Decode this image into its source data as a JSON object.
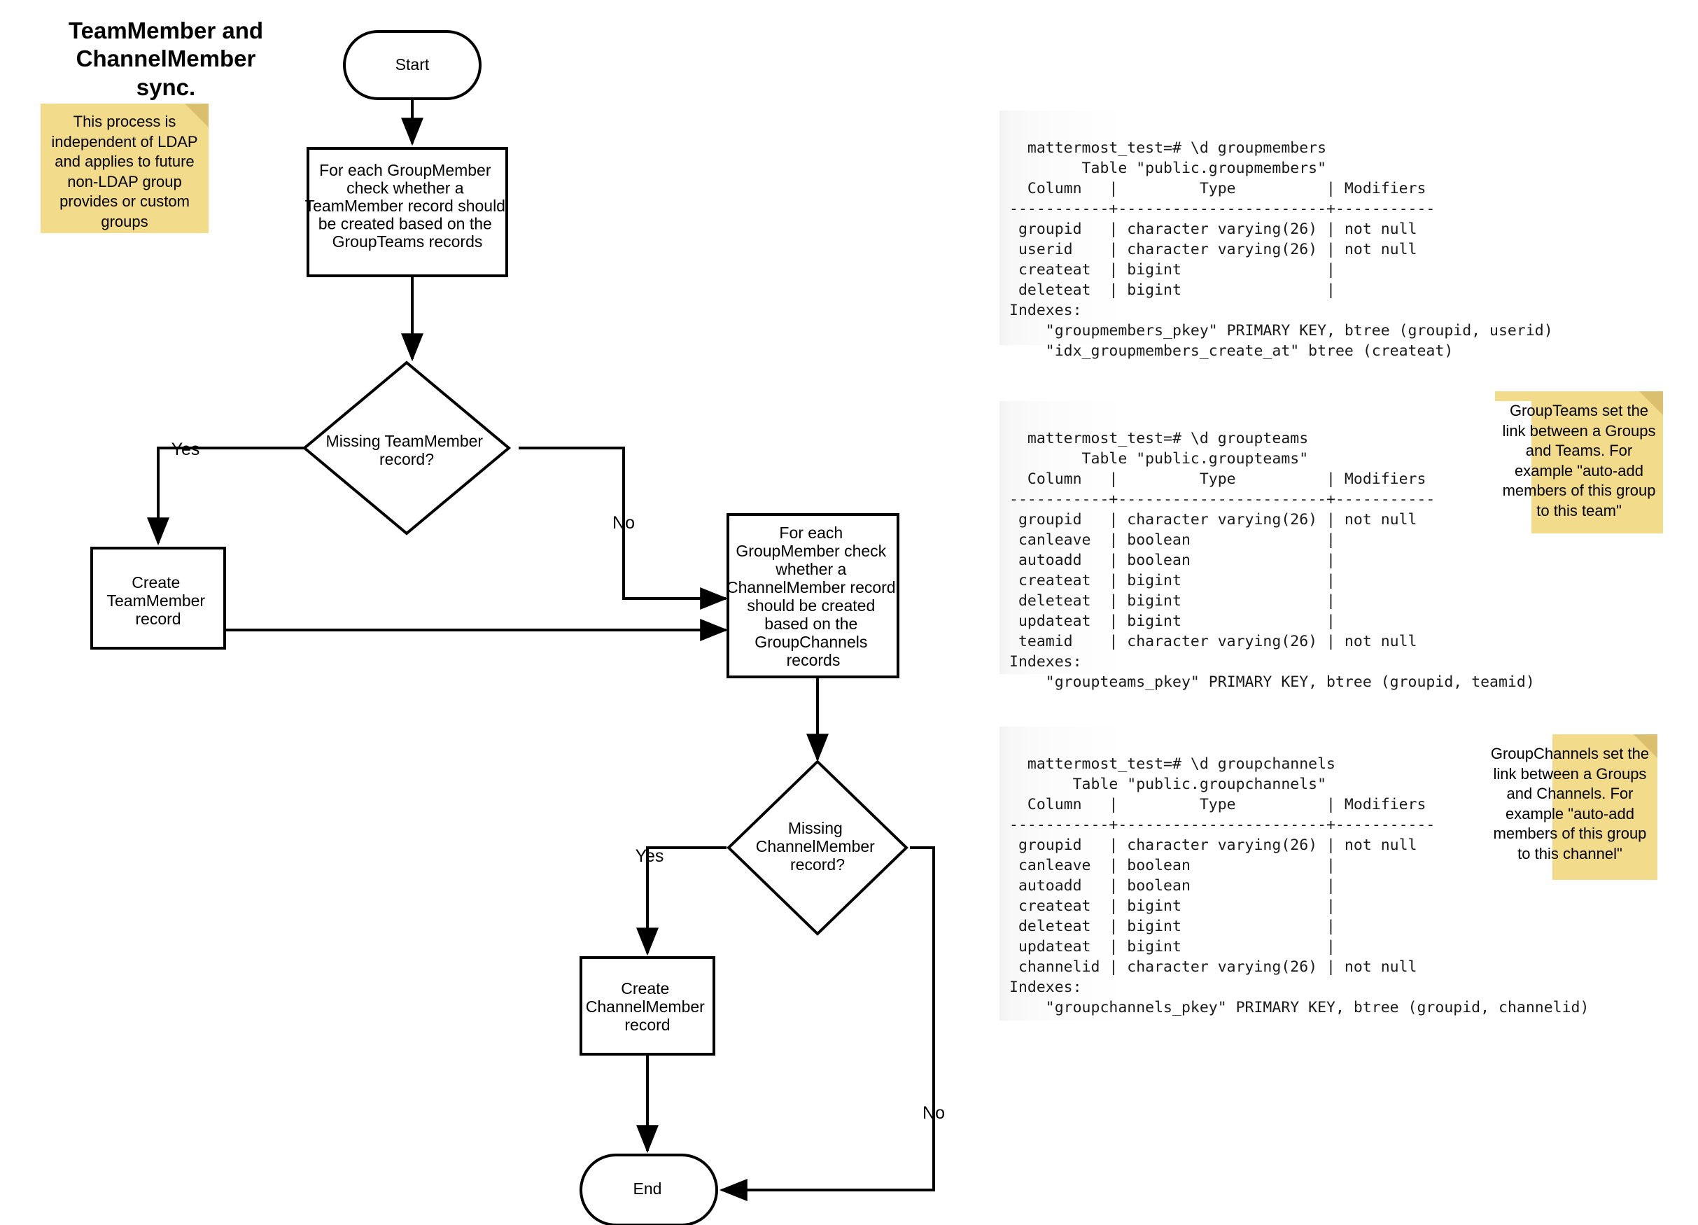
{
  "diagram": {
    "title": "TeamMember and\nChannelMember sync.",
    "nodes": {
      "start": "Start",
      "check_team": "For each GroupMember\ncheck whether a\nTeamMember record should\nbe created based on the\nGroupTeams records",
      "missing_team": "Missing TeamMember\nrecord?",
      "create_team": "Create\nTeamMember\nrecord",
      "check_channel": "For each\nGroupMember check\nwhether a\nChannelMember record\nshould be created\nbased on the\nGroupChannels\nrecords",
      "missing_channel": "Missing\nChannelMember\nrecord?",
      "create_channel": "Create\nChannelMember\nrecord",
      "end": "End"
    },
    "edge_labels": {
      "team_yes": "Yes",
      "team_no": "No",
      "channel_yes": "Yes",
      "channel_no": "No"
    }
  },
  "notes": {
    "ldap": "This process is\nindependent of LDAP\nand applies to future\nnon-LDAP group\nprovides or custom\ngroups",
    "groupteams": "GroupTeams set the\nlink between a Groups\nand Teams. For\nexample \"auto-add\nmembers of this group\nto this team\"",
    "groupchannels": "GroupChannels set the\nlink between a Groups\nand Channels. For\nexample \"auto-add\nmembers of this group\nto this channel\""
  },
  "terminals": {
    "groupmembers": "mattermost_test=# \\d groupmembers\n        Table \"public.groupmembers\"\n  Column   |         Type          | Modifiers\n-----------+-----------------------+-----------\n groupid   | character varying(26) | not null\n userid    | character varying(26) | not null\n createat  | bigint                |\n deleteat  | bigint                |\nIndexes:\n    \"groupmembers_pkey\" PRIMARY KEY, btree (groupid, userid)\n    \"idx_groupmembers_create_at\" btree (createat)",
    "groupteams": "mattermost_test=# \\d groupteams\n        Table \"public.groupteams\"\n  Column   |         Type          | Modifiers\n-----------+-----------------------+-----------\n groupid   | character varying(26) | not null\n canleave  | boolean               |\n autoadd   | boolean               |\n createat  | bigint                |\n deleteat  | bigint                |\n updateat  | bigint                |\n teamid    | character varying(26) | not null\nIndexes:\n    \"groupteams_pkey\" PRIMARY KEY, btree (groupid, teamid)",
    "groupchannels": "mattermost_test=# \\d groupchannels\n       Table \"public.groupchannels\"\n  Column   |         Type          | Modifiers\n-----------+-----------------------+-----------\n groupid   | character varying(26) | not null\n canleave  | boolean               |\n autoadd   | boolean               |\n createat  | bigint                |\n deleteat  | bigint                |\n updateat  | bigint                |\n channelid | character varying(26) | not null\nIndexes:\n    \"groupchannels_pkey\" PRIMARY KEY, btree (groupid, channelid)"
  },
  "colors": {
    "note_bg": "#F2DC8C",
    "note_fold": "#D9BF6E",
    "stroke": "#000000",
    "shape_fill": "#FFFFFF"
  }
}
